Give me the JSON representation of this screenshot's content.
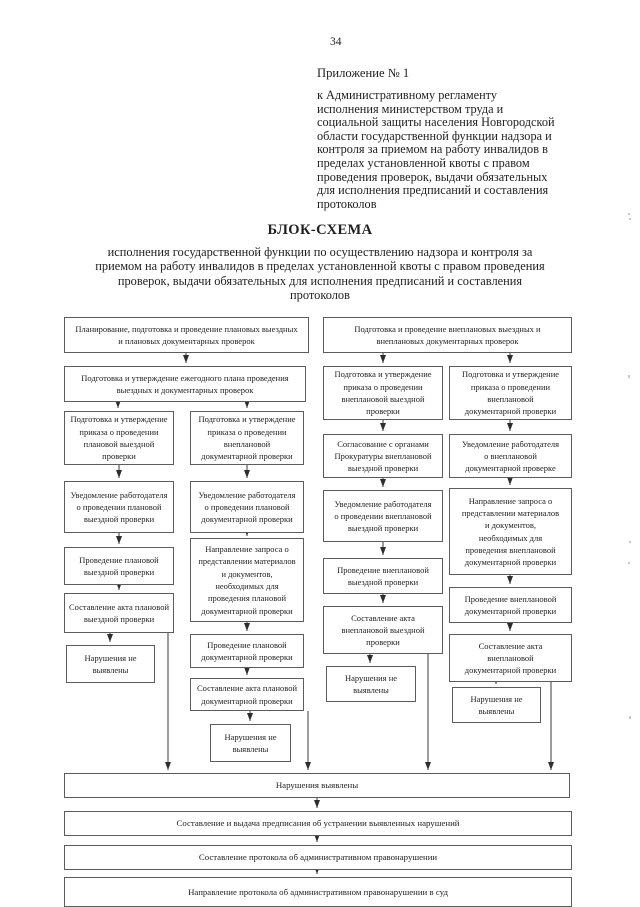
{
  "page_number": "34",
  "annex": {
    "title": "Приложение № 1",
    "body": "к Административному регламенту\nисполнения министерством труда и\nсоциальной защиты населения Новгородской\nобласти государственной функции надзора и\nконтроля за приемом на работу инвалидов в\nпределах установленной квоты с правом\nпроведения проверок, выдачи обязательных\nдля исполнения предписаний и составления\nпротоколов"
  },
  "diagram": {
    "title": "БЛОК-СХЕМА",
    "subtitle": "исполнения государственной функции по осуществлению надзора и контроля за\nприемом на работу инвалидов в пределах установленной квоты с правом проведения\nпроверок, выдачи обязательных для исполнения предписаний и составления\nпротоколов"
  },
  "flowchart": {
    "nodes": {
      "A": "Планирование, подготовка и проведение плановых выездных\nи плановых документарных проверок",
      "B": "Подготовка и проведение внеплановых выездных и\nвнеплановых документарных проверок",
      "C": "Подготовка и утверждение ежегодного плана проведения\nвыездных и документарных проверок",
      "c1a": "Подготовка и утверждение\nприказа о проведении\nплановой выездной\nпроверки",
      "c1b": "Уведомление работодателя\nо проведении плановой\nвыездной проверки",
      "c1c": "Проведение плановой\nвыездной проверки",
      "c1d": "Составление акта плановой\nвыездной проверки",
      "c1e": "Нарушения не\nвыявлены",
      "c2a": "Подготовка и утверждение\nприказа о проведении\nвнеплановой\nдокументарной проверки",
      "c2b": "Уведомление работодателя\nо проведении плановой\nдокументарной проверки",
      "c2c": "Направление запроса о\nпредставлении материалов\nи документов,\nнеобходимых для\nпроведения плановой\nдокументарной проверки",
      "c2d": "Проведение плановой\nдокументарной проверки",
      "c2e": "Составление акта плановой\nдокументарной проверки",
      "c2f": "Нарушения не\nвыявлены",
      "c3a": "Подготовка и утверждение\nприказа о проведении\nвнеплановой выездной\nпроверки",
      "c3b": "Согласование с органами\nПрокуратуры внеплановой\nвыездной проверки",
      "c3c": "Уведомление работодателя\nо проведении внеплановой\nвыездной проверки",
      "c3d": "Проведение внеплановой\nвыездной проверки",
      "c3e": "Составление акта\nвнеплановой выездной\nпроверки",
      "c3f": "Нарушения не\nвыявлены",
      "c4a": "Подготовка и утверждение\nприказа о проведении\nвнеплановой\nдокументарной проверки",
      "c4b": "Уведомление работодателя\nо внеплановой\nдокументарной проверке",
      "c4c": "Направление запроса о\nпредставлении материалов\nи документов,\nнеобходимых для\nпроведения внеплановой\nдокументарной проверки",
      "c4d": "Проведение внеплановой\nдокументарной проверки",
      "c4e": "Составление акта\nвнеплановой\nдокументарной проверки",
      "c4f": "Нарушения не\nвыявлены",
      "W1": "Нарушения выявлены",
      "W2": "Составление и выдача предписания об устранении выявленных нарушений",
      "W3": "Составление протокола об административном правонарушении",
      "W4": "Направление протокола об административном правонарушении в суд"
    }
  },
  "colors": {
    "ink": "#1f1f1f",
    "box_border": "#5c5c5c",
    "arrow": "#3a3a3a"
  }
}
